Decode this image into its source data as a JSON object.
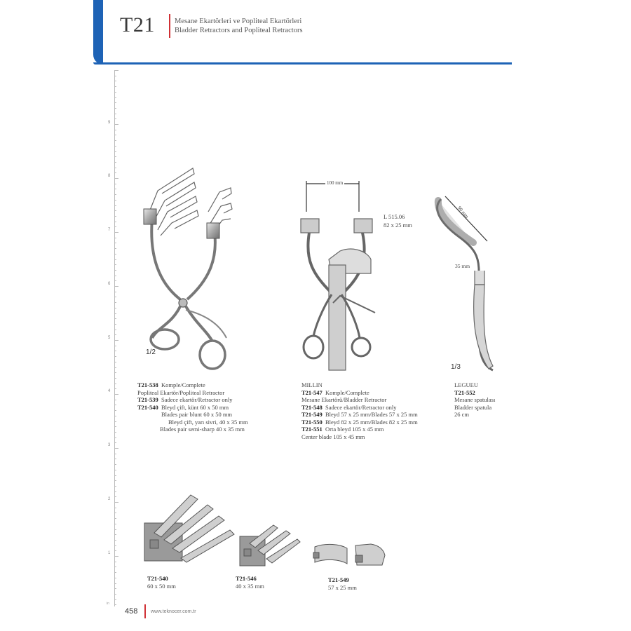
{
  "header": {
    "code": "T21",
    "title_tr": "Mesane Ekartörleri  ve Popliteal Ekartörleri",
    "title_en": "Bladder Retractors and Popliteal Retractors",
    "accent_color": "#1e63b6",
    "red_color": "#d03035"
  },
  "ruler": {
    "numbers": [
      "9",
      "8",
      "7",
      "6",
      "5",
      "4",
      "3",
      "2",
      "1"
    ],
    "unit": "in"
  },
  "product_popliteal": {
    "scale": "1/2",
    "lines": [
      {
        "code": "T21-538",
        "text": "Komple/Complete"
      },
      {
        "code": "",
        "text": "Popliteal Ekartör/Popliteal Retractor"
      },
      {
        "code": "T21-539",
        "text": "Sadece ekartör/Retractor only"
      },
      {
        "code": "T21-540",
        "text": "Bleyd çift, künt 60 x 50 mm"
      },
      {
        "code": "",
        "text": "Blades pair blunt 60 x 50 mm"
      },
      {
        "code": "",
        "text": "Bleyd çift, yarı sivri, 40 x 35  mm"
      },
      {
        "code": "",
        "text": "Blades pair semi-sharp 40 x 35 mm"
      }
    ]
  },
  "product_millin": {
    "dimension": "100 mm",
    "ref": "L 515.06",
    "ref_size": "82 x 25 mm",
    "name": "MILLIN",
    "lines": [
      {
        "code": "T21-547",
        "text": "Komple/Complete"
      },
      {
        "code": "",
        "text": "Mesane Ekartörü/Bladder Retractor"
      },
      {
        "code": "T21-548",
        "text": "Sadece ekartör/Retractor only"
      },
      {
        "code": "T21-549",
        "text": "Bleyd 57 x 25  mm/Blades 57 x 25 mm"
      },
      {
        "code": "T21-550",
        "text": "Bleyd 82 x 25 mm/Blades 82 x 25 mm"
      },
      {
        "code": "T21-551",
        "text": "Orta bleyd 105 x 45 mm"
      },
      {
        "code": "",
        "text": "Center blade 105 x 45 mm"
      }
    ]
  },
  "product_legueu": {
    "dim1": "90 mm",
    "dim2": "35 mm",
    "scale": "1/3",
    "name": "LEGUEU",
    "code": "T21-552",
    "lines": [
      "Mesane spatulası",
      "Bladder spatula",
      "26 cm"
    ]
  },
  "blades": [
    {
      "code": "T21-540",
      "size": "60 x 50 mm"
    },
    {
      "code": "T21-546",
      "size": "40 x 35 mm"
    },
    {
      "code": "T21-549",
      "size": "57 x 25 mm"
    }
  ],
  "footer": {
    "page": "458",
    "url": "www.teknocer.com.tr"
  }
}
